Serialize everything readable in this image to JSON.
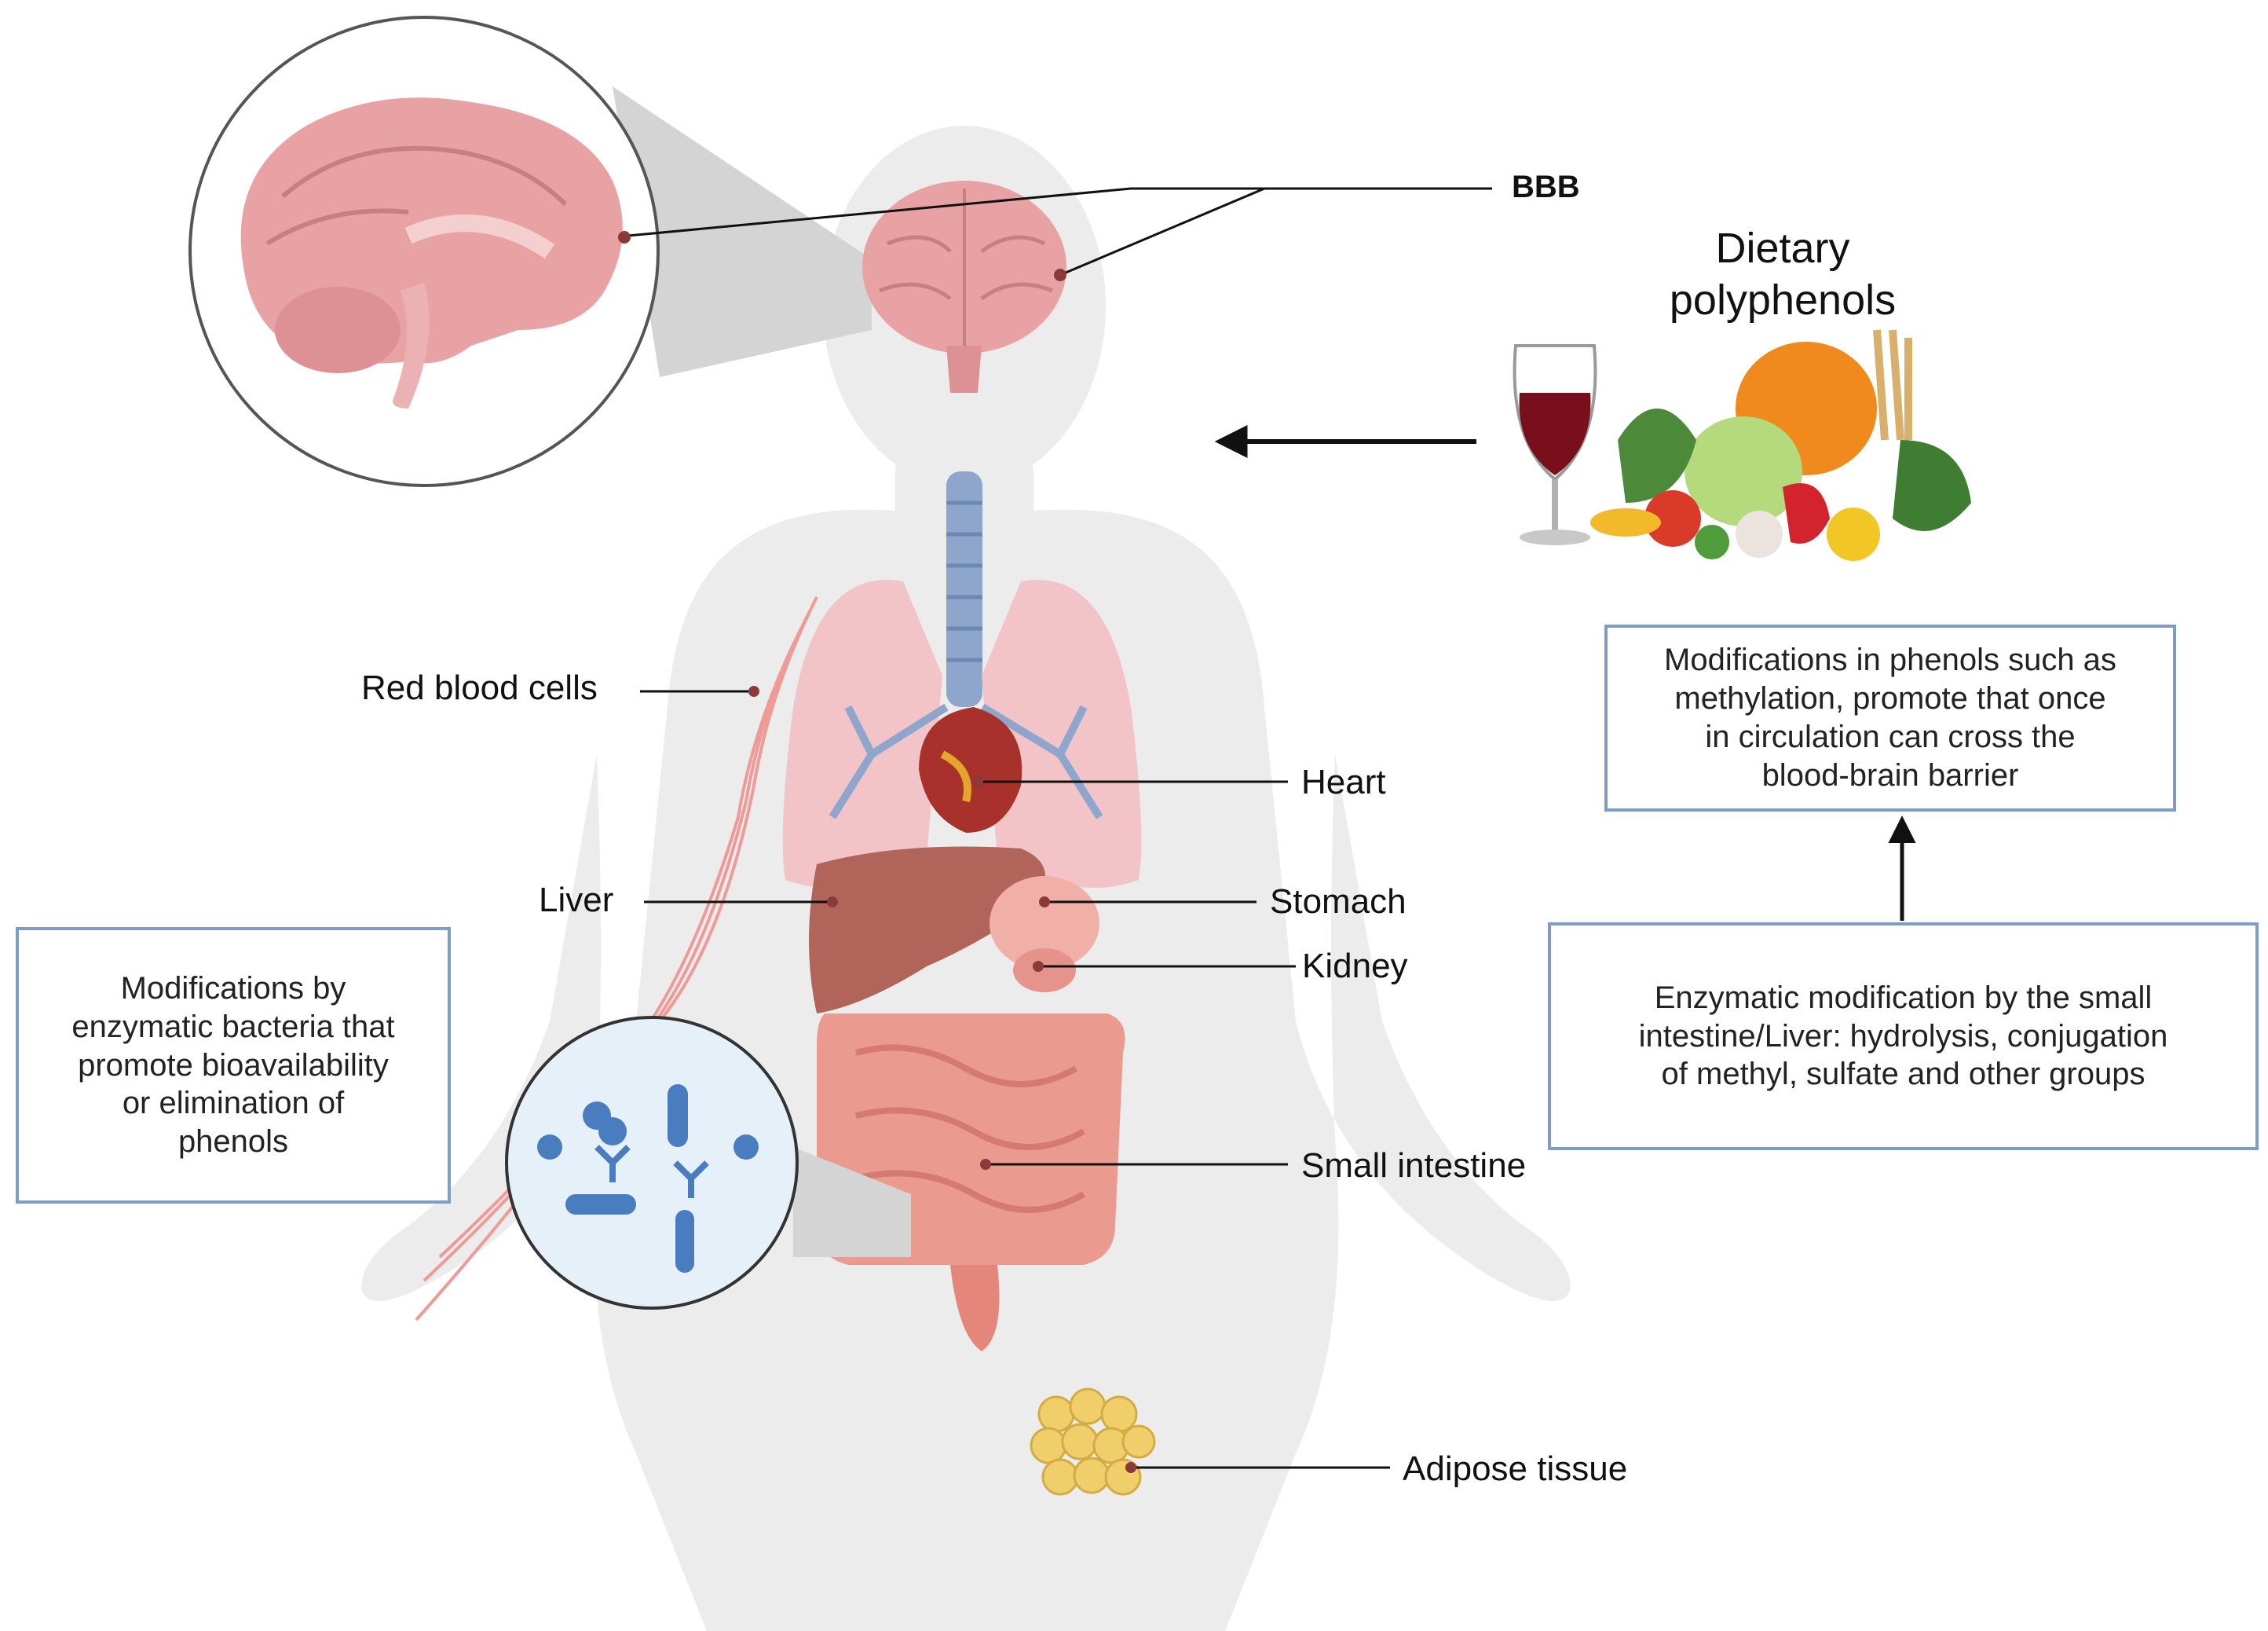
{
  "labels": {
    "bbb": "BBB",
    "dietary_polyphenols": "Dietary\npolyphenols",
    "red_blood_cells": "Red blood cells",
    "heart": "Heart",
    "liver": "Liver",
    "stomach": "Stomach",
    "kidney": "Kidney",
    "small_intestine": "Small intestine",
    "adipose_tissue": "Adipose tissue"
  },
  "boxes": {
    "bacteria": "Modifications by\nenzymatic bacteria that\npromote bioavailability\nor elimination of\nphenols",
    "methylation": "Modifications in phenols such as\nmethylation, promote that once\nin circulation can cross the\nblood-brain barrier",
    "enzymatic": "Enzymatic modification by the small\nintestine/Liver: hydrolysis, conjugation\nof methyl, sulfate and other groups"
  },
  "icons": [
    "brain-icon",
    "body-silhouette",
    "lungs-icon",
    "heart-icon",
    "liver-icon",
    "stomach-icon",
    "kidney-icon",
    "intestine-icon",
    "bacteria-icon",
    "adipose-icon",
    "wine-glass-icon",
    "vegetables-icon"
  ],
  "colors": {
    "silhouette": "#ececec",
    "brain": "#e8a2a4",
    "trachea": "#8ea6cc",
    "lungs": "#f2c4c8",
    "liver": "#b0645a",
    "intestine": "#eb9a90",
    "box_border": "#7f9cc8",
    "wine": "#7a0f1c"
  }
}
